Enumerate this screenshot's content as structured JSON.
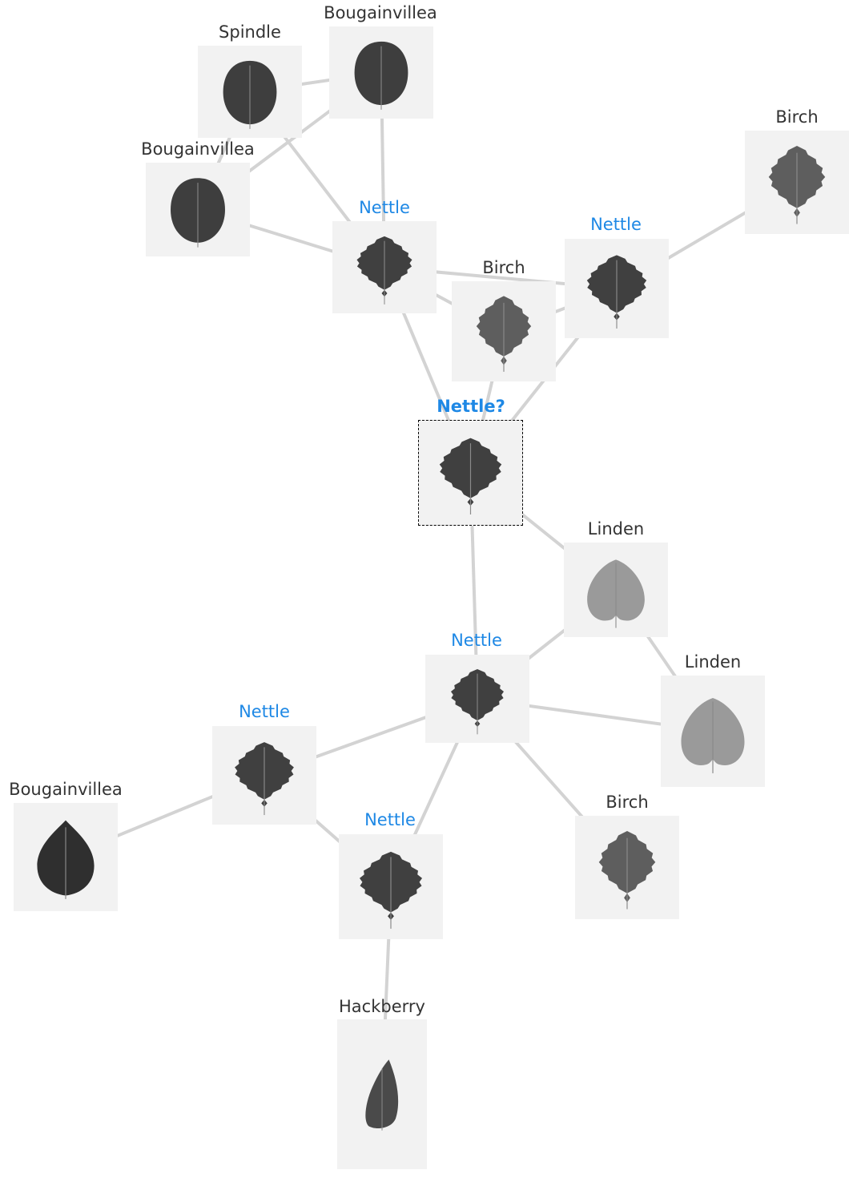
{
  "colors": {
    "edge": "#d3d3d3",
    "label_default": "#333333",
    "label_match": "#1e88e5",
    "tile_bg": "#f2f2f2",
    "query_border": "#000000"
  },
  "nodes": [
    {
      "id": "spindle-1",
      "label": "Spindle",
      "kind": "other",
      "leaf": "round-dark",
      "icon": "leaf-icon"
    },
    {
      "id": "bougainvillea-1",
      "label": "Bougainvillea",
      "kind": "other",
      "leaf": "round-dark",
      "icon": "leaf-icon"
    },
    {
      "id": "bougainvillea-2",
      "label": "Bougainvillea",
      "kind": "other",
      "leaf": "round-dark",
      "icon": "leaf-icon"
    },
    {
      "id": "birch-1",
      "label": "Birch",
      "kind": "other",
      "leaf": "serrated-medium",
      "icon": "leaf-icon"
    },
    {
      "id": "nettle-1",
      "label": "Nettle",
      "kind": "match",
      "leaf": "serrated-dark",
      "icon": "leaf-icon"
    },
    {
      "id": "birch-2",
      "label": "Birch",
      "kind": "other",
      "leaf": "serrated-medium",
      "icon": "leaf-icon"
    },
    {
      "id": "nettle-2",
      "label": "Nettle",
      "kind": "match",
      "leaf": "serrated-dark",
      "icon": "leaf-icon"
    },
    {
      "id": "query",
      "label": "Nettle?",
      "kind": "query",
      "leaf": "serrated-dark",
      "icon": "leaf-icon"
    },
    {
      "id": "linden-1",
      "label": "Linden",
      "kind": "other",
      "leaf": "heart-light",
      "icon": "leaf-icon"
    },
    {
      "id": "nettle-3",
      "label": "Nettle",
      "kind": "match",
      "leaf": "serrated-dark",
      "icon": "leaf-icon"
    },
    {
      "id": "linden-2",
      "label": "Linden",
      "kind": "other",
      "leaf": "heart-light",
      "icon": "leaf-icon"
    },
    {
      "id": "nettle-4",
      "label": "Nettle",
      "kind": "match",
      "leaf": "serrated-dark",
      "icon": "leaf-icon"
    },
    {
      "id": "bougainvillea-3",
      "label": "Bougainvillea",
      "kind": "other",
      "leaf": "ovate-dark",
      "icon": "leaf-icon"
    },
    {
      "id": "nettle-5",
      "label": "Nettle",
      "kind": "match",
      "leaf": "serrated-dark",
      "icon": "leaf-icon"
    },
    {
      "id": "birch-3",
      "label": "Birch",
      "kind": "other",
      "leaf": "serrated-medium",
      "icon": "leaf-icon"
    },
    {
      "id": "hackberry-1",
      "label": "Hackberry",
      "kind": "other",
      "leaf": "lanceolate",
      "icon": "leaf-icon"
    }
  ],
  "edges": [
    [
      "spindle-1",
      "bougainvillea-1"
    ],
    [
      "spindle-1",
      "bougainvillea-2"
    ],
    [
      "spindle-1",
      "nettle-1"
    ],
    [
      "bougainvillea-1",
      "bougainvillea-2"
    ],
    [
      "bougainvillea-1",
      "nettle-1"
    ],
    [
      "bougainvillea-2",
      "nettle-1"
    ],
    [
      "nettle-1",
      "birch-2"
    ],
    [
      "nettle-1",
      "nettle-2"
    ],
    [
      "nettle-1",
      "query"
    ],
    [
      "birch-2",
      "nettle-2"
    ],
    [
      "birch-2",
      "query"
    ],
    [
      "nettle-2",
      "query"
    ],
    [
      "birch-1",
      "nettle-2"
    ],
    [
      "query",
      "linden-1"
    ],
    [
      "query",
      "nettle-3"
    ],
    [
      "linden-1",
      "nettle-3"
    ],
    [
      "linden-1",
      "linden-2"
    ],
    [
      "nettle-3",
      "linden-2"
    ],
    [
      "nettle-3",
      "nettle-4"
    ],
    [
      "nettle-3",
      "nettle-5"
    ],
    [
      "nettle-3",
      "birch-3"
    ],
    [
      "nettle-4",
      "bougainvillea-3"
    ],
    [
      "nettle-4",
      "nettle-5"
    ],
    [
      "nettle-5",
      "hackberry-1"
    ]
  ]
}
